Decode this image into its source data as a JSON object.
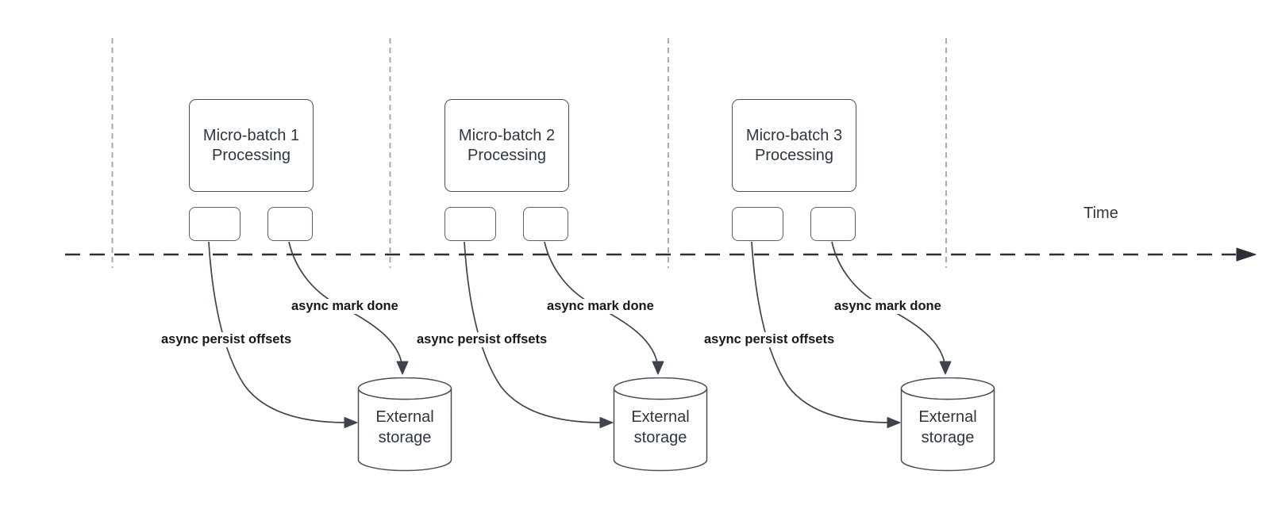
{
  "timeline": {
    "label": "Time"
  },
  "groups": [
    {
      "title_line1": "Micro-batch 1",
      "title_line2": "Processing",
      "persist_label": "async persist offsets",
      "done_label": "async mark done",
      "storage_label": "External storage"
    },
    {
      "title_line1": "Micro-batch 2",
      "title_line2": "Processing",
      "persist_label": "async persist offsets",
      "done_label": "async mark done",
      "storage_label": "External storage"
    },
    {
      "title_line1": "Micro-batch 3",
      "title_line2": "Processing",
      "persist_label": "async persist offsets",
      "done_label": "async mark done",
      "storage_label": "External storage"
    }
  ],
  "colors": {
    "shape_stroke": "#4a515b",
    "connector": "#3d444d",
    "timeline_line": "#2b3036",
    "guide_line": "#a0a3a8",
    "box_text": "#2e3640",
    "flow_label_text": "#14181d",
    "background": "#ffffff"
  }
}
